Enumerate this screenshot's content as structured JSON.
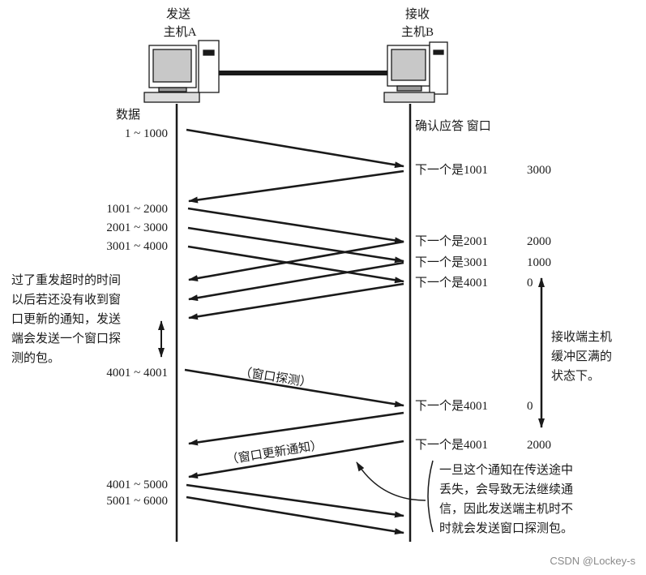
{
  "hosts": {
    "sender": {
      "line1": "发送",
      "line2": "主机A"
    },
    "receiver": {
      "line1": "接收",
      "line2": "主机B"
    }
  },
  "sender_labels": {
    "header": "数据",
    "segments": [
      "1 ~ 1000",
      "1001 ~ 2000",
      "2001 ~ 3000",
      "3001 ~ 4000",
      "4001 ~ 4001",
      "4001 ~ 5000",
      "5001 ~ 6000"
    ]
  },
  "receiver_labels": {
    "header": "确认应答 窗口",
    "acks": [
      {
        "ack": "下一个是1001",
        "window": "3000"
      },
      {
        "ack": "下一个是2001",
        "window": "2000"
      },
      {
        "ack": "下一个是3001",
        "window": "1000"
      },
      {
        "ack": "下一个是4001",
        "window": "0"
      },
      {
        "ack": "下一个是4001",
        "window": "0"
      },
      {
        "ack": "下一个是4001",
        "window": "2000"
      }
    ]
  },
  "arrow_labels": {
    "probe": "（窗口探测）",
    "update": "（窗口更新通知）"
  },
  "notes": {
    "timeout": [
      "过了重发超时的时间",
      "以后若还没有收到窗",
      "口更新的通知，发送",
      "端会发送一个窗口探",
      "测的包。"
    ],
    "buffer_full": [
      "接收端主机",
      "缓冲区满的",
      "状态下。"
    ],
    "lost_update": [
      "一旦这个通知在传送途中",
      "丢失，会导致无法继续通",
      "信，因此发送端主机时不",
      "时就会发送窗口探测包。"
    ]
  },
  "watermark": "CSDN @Lockey-s",
  "colors": {
    "ink": "#1a1a1a",
    "screen": "#c8c8c8",
    "watermark": "#8a8a8a"
  }
}
